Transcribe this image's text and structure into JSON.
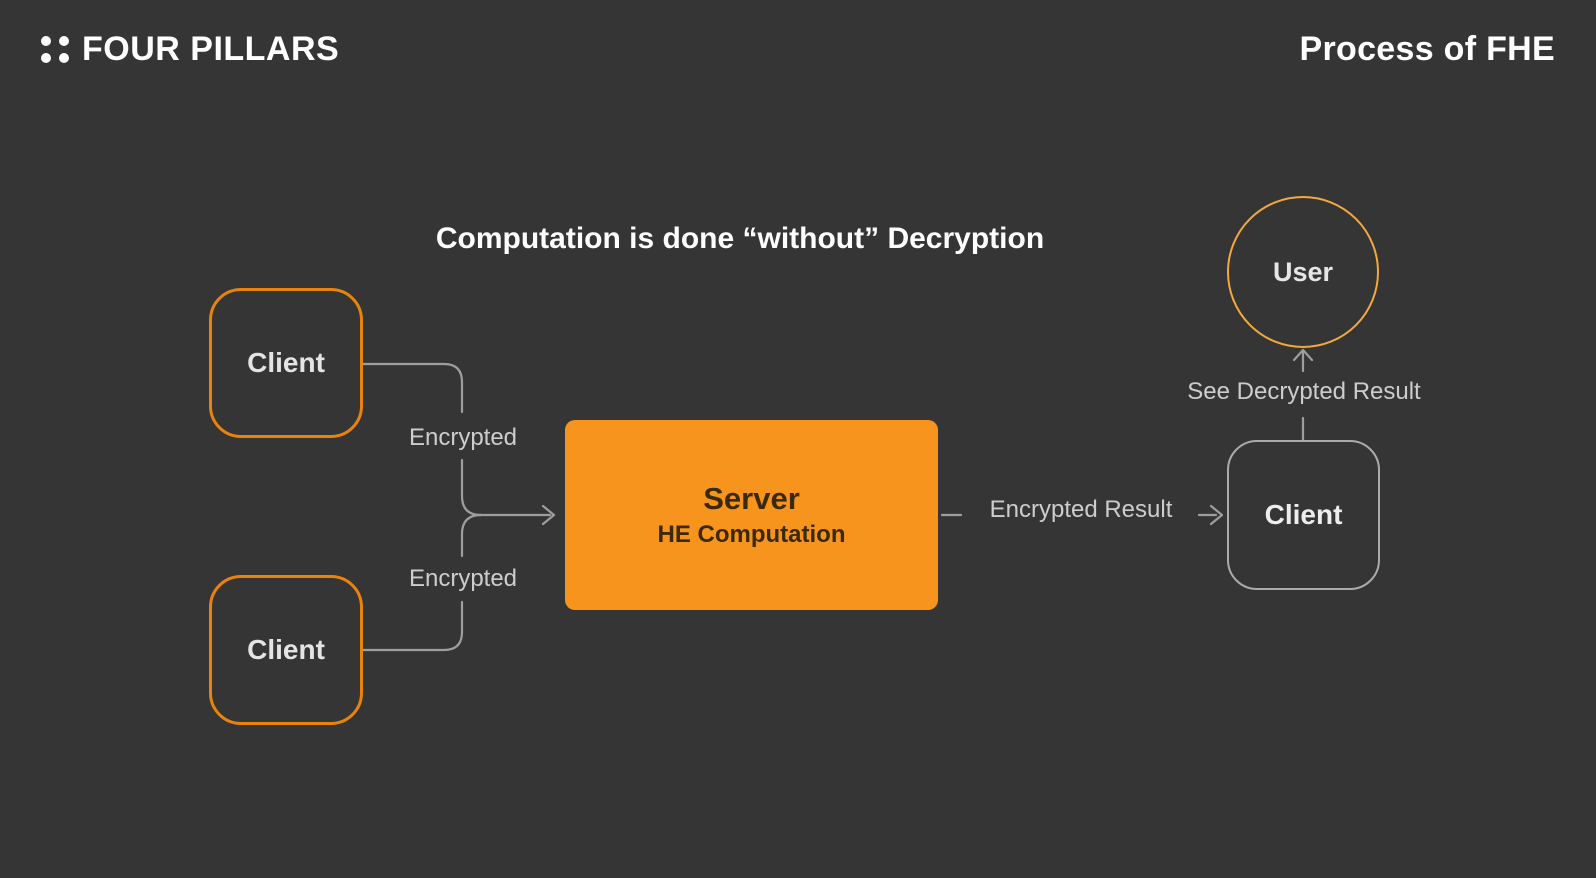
{
  "theme": {
    "background": "#353535",
    "server_fill": "#f7941e",
    "client_border_orange": "#e8830d",
    "user_border_orange": "#f2a93e",
    "neutral_border_gray": "#ababab",
    "line_gray": "#9e9e9e",
    "edge_label_gray": "#cdcdcd",
    "heading_white": "#ffffff",
    "server_text_dark": "#3b2a08"
  },
  "header": {
    "logo_text": "FOUR PILLARS",
    "logo_icon": "four-dots",
    "title": "Process of FHE"
  },
  "diagram": {
    "heading": "Computation is done “without” Decryption",
    "nodes": {
      "client_top": {
        "label": "Client",
        "shape": "rounded-square",
        "border": "orange"
      },
      "client_bottom": {
        "label": "Client",
        "shape": "rounded-square",
        "border": "orange"
      },
      "server": {
        "title": "Server",
        "subtitle": "HE Computation",
        "shape": "rectangle",
        "fill": "orange"
      },
      "client_right": {
        "label": "Client",
        "shape": "rounded-square",
        "border": "gray"
      },
      "user": {
        "label": "User",
        "shape": "circle",
        "border": "orange"
      }
    },
    "edges": {
      "encrypted_top": {
        "label": "Encrypted",
        "from": "client_top",
        "to": "server"
      },
      "encrypted_bottom": {
        "label": "Encrypted",
        "from": "client_bottom",
        "to": "server"
      },
      "encrypted_result": {
        "label": "Encrypted Result",
        "from": "server",
        "to": "client_right"
      },
      "see_decrypted_result": {
        "label": "See Decrypted Result",
        "from": "client_right",
        "to": "user"
      }
    }
  }
}
